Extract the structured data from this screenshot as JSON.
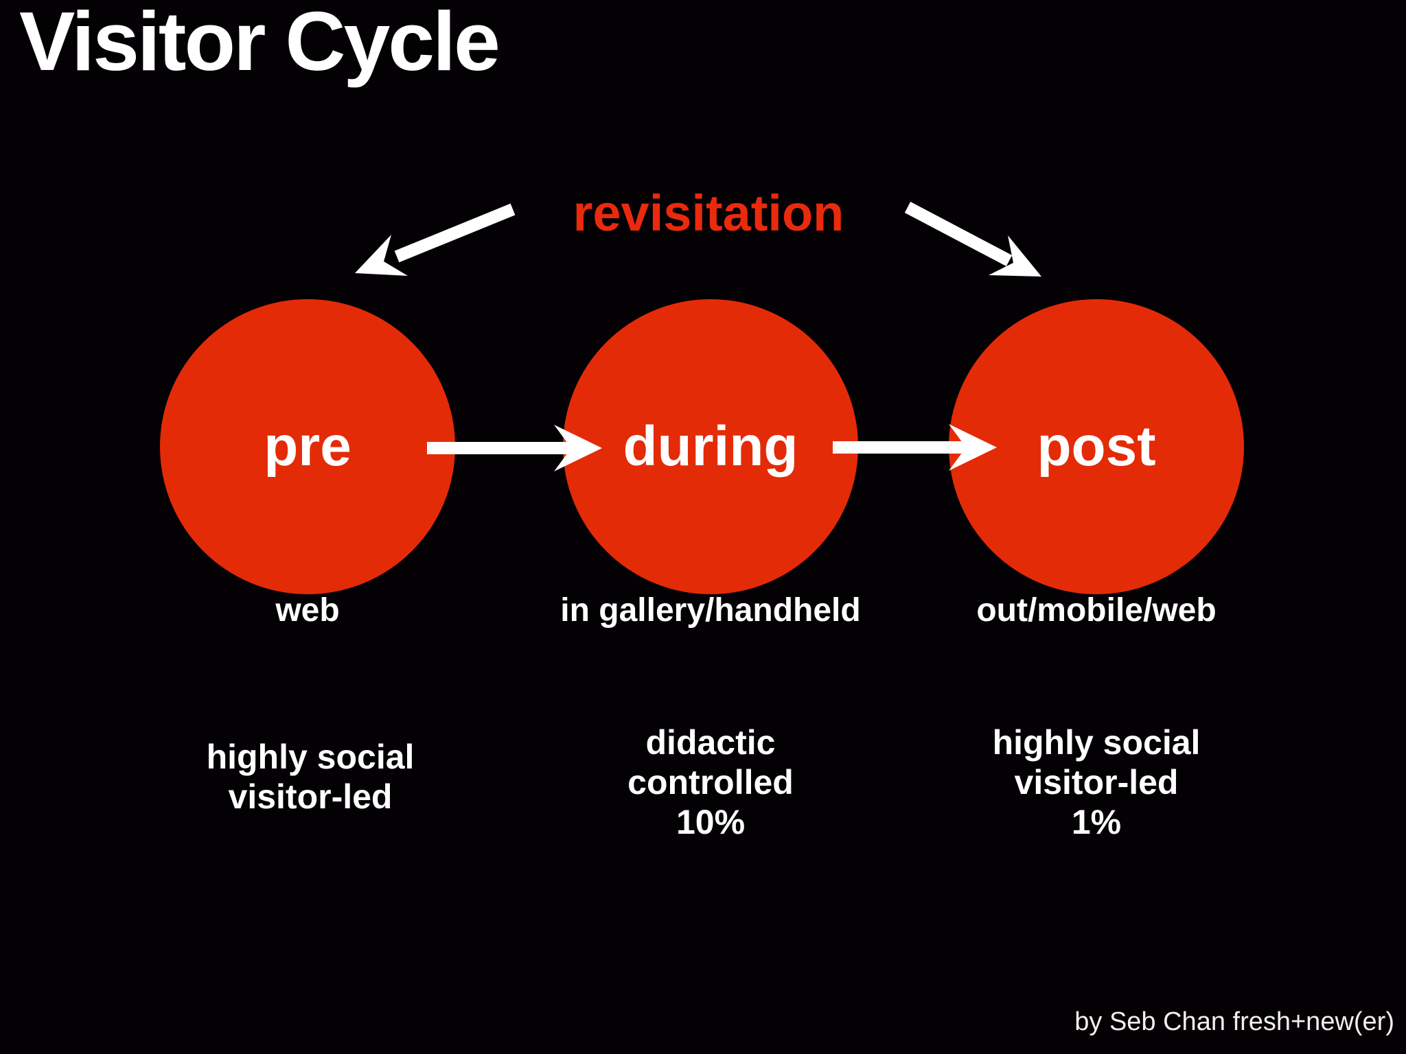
{
  "slide": {
    "title": "Visitor Cycle",
    "revisitation_label": "revisitation",
    "attribution": "by Seb Chan fresh+new(er)",
    "colors": {
      "background": "#030104",
      "circle_red": "#e42b07",
      "revisitation_red": "#ea2a0c",
      "text_white": "#ffffff",
      "arrow_white": "#ffffff"
    },
    "stages": [
      {
        "id": "pre",
        "label": "pre",
        "sublabel": "web",
        "description_lines": [
          "highly social",
          "visitor-led"
        ]
      },
      {
        "id": "during",
        "label": "during",
        "sublabel": "in gallery/handheld",
        "description_lines": [
          "didactic",
          "controlled",
          "10%"
        ]
      },
      {
        "id": "post",
        "label": "post",
        "sublabel": "out/mobile/web",
        "description_lines": [
          "highly social",
          "visitor-led",
          "1%"
        ]
      }
    ],
    "arrows": [
      {
        "name": "revisitation-to-pre",
        "direction": "down-left"
      },
      {
        "name": "revisitation-to-post",
        "direction": "down-right"
      },
      {
        "name": "pre-to-during",
        "direction": "right"
      },
      {
        "name": "during-to-post",
        "direction": "right"
      }
    ]
  }
}
